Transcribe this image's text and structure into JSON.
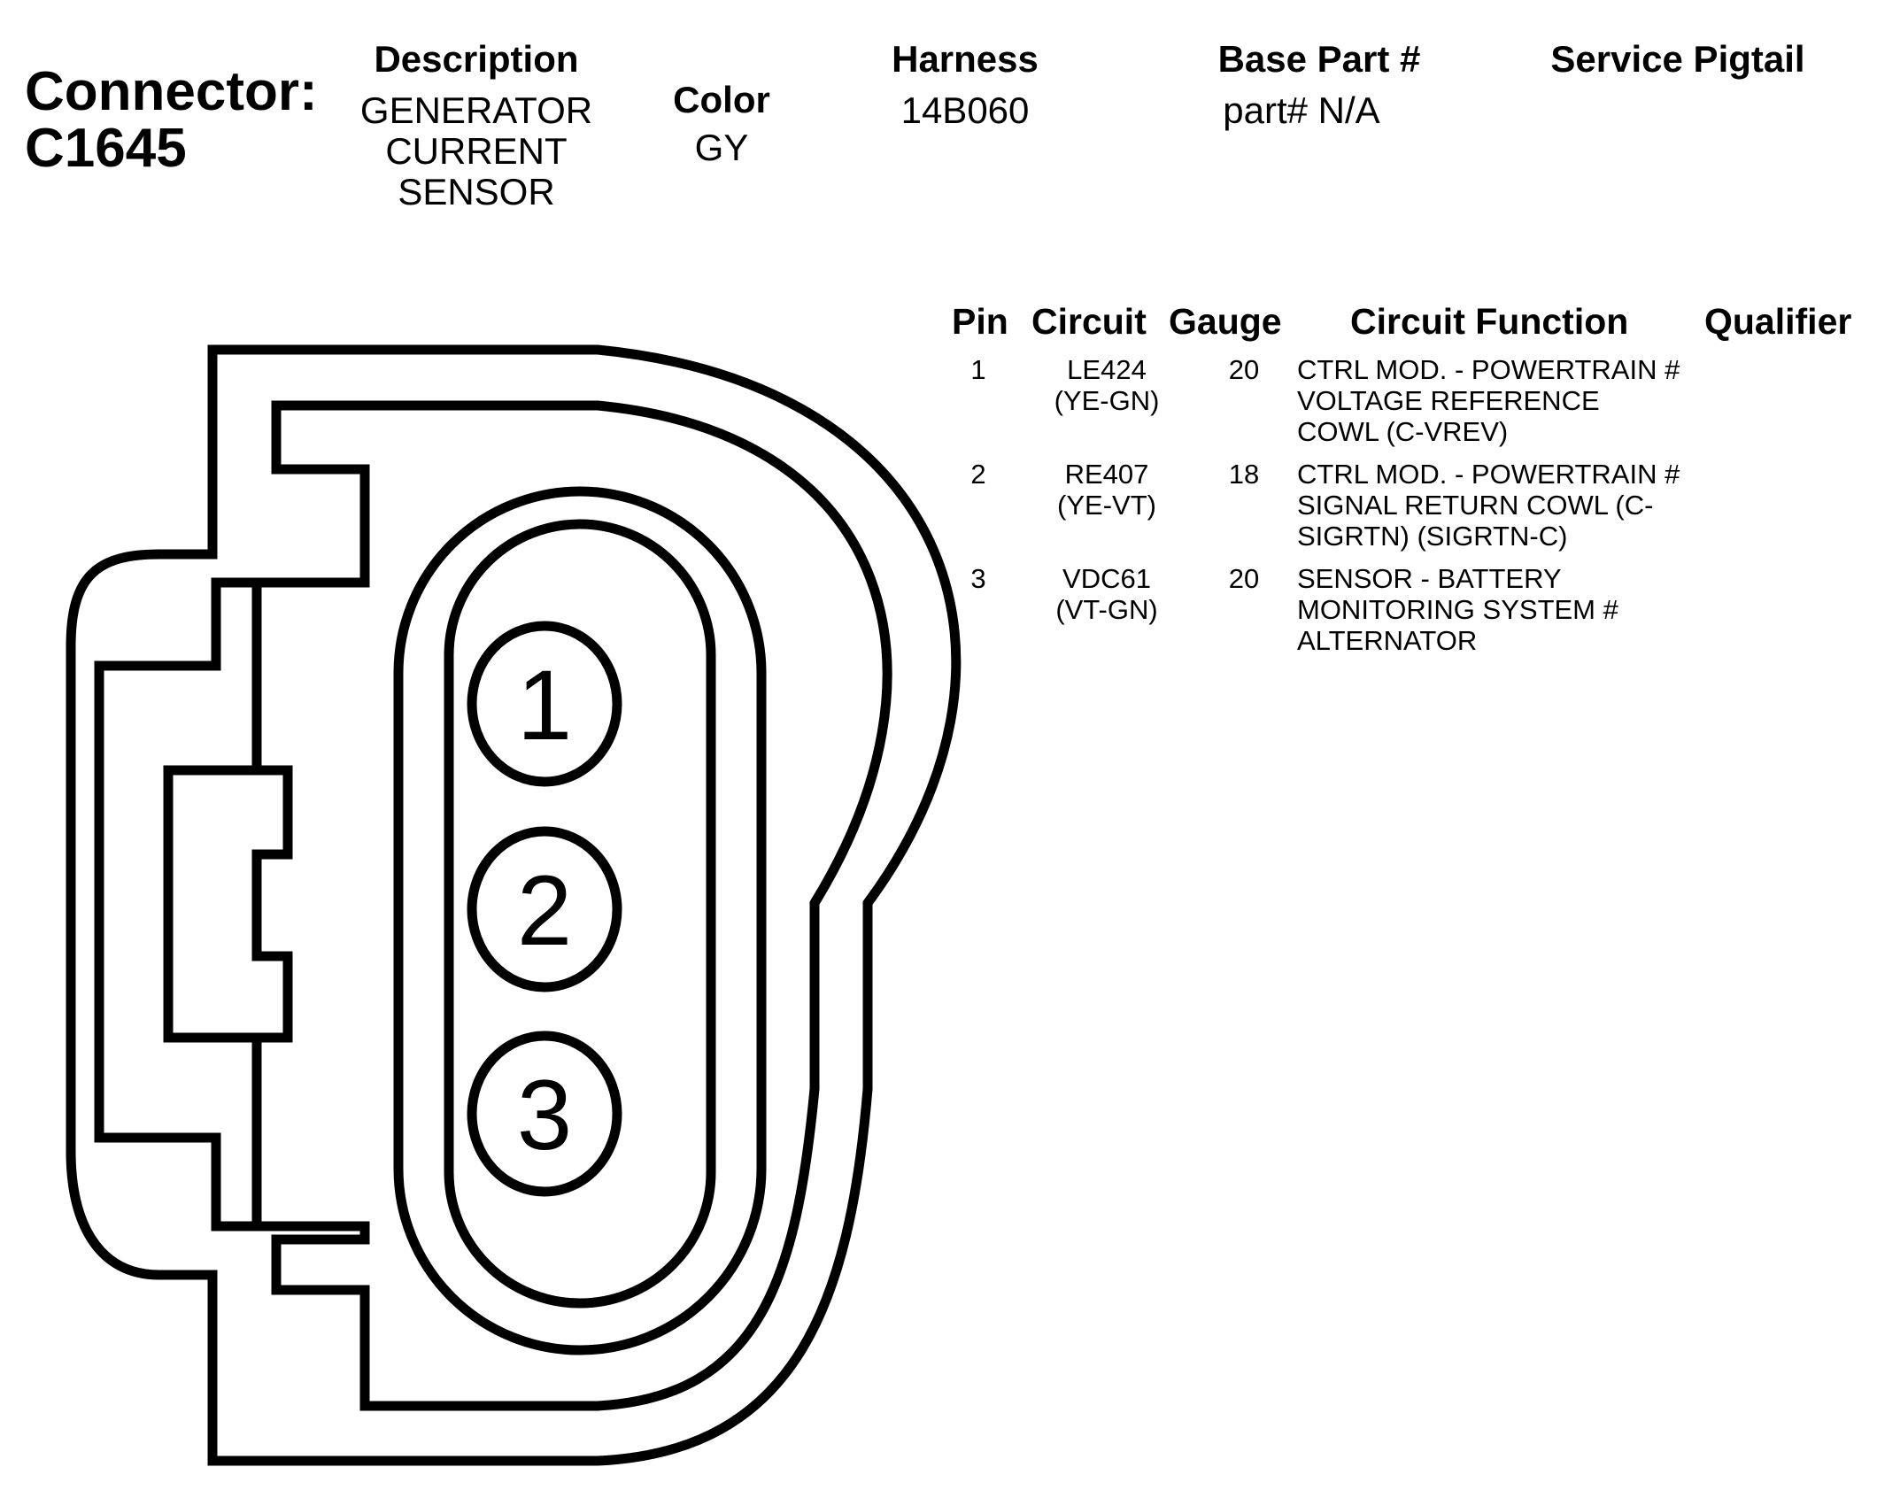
{
  "connector": {
    "label": "Connector:",
    "id": "C1645"
  },
  "description": {
    "label": "Description",
    "lines": [
      "GENERATOR",
      "CURRENT",
      "SENSOR"
    ]
  },
  "color": {
    "label": "Color",
    "value": "GY"
  },
  "harness": {
    "label": "Harness",
    "value": "14B060"
  },
  "base_part": {
    "label": "Base Part #",
    "value": "part# N/A"
  },
  "service_pigtail": {
    "label": "Service Pigtail",
    "value": ""
  },
  "table": {
    "headers": {
      "pin": "Pin",
      "circuit": "Circuit",
      "gauge": "Gauge",
      "function": "Circuit Function",
      "qualifier": "Qualifier"
    },
    "rows": [
      {
        "pin": "1",
        "circuit": "LE424",
        "wire_color": "(YE-GN)",
        "gauge": "20",
        "function_lines": [
          "CTRL MOD. - POWERTRAIN #",
          "VOLTAGE REFERENCE",
          "COWL (C-VREV)"
        ],
        "qualifier": ""
      },
      {
        "pin": "2",
        "circuit": "RE407",
        "wire_color": "(YE-VT)",
        "gauge": "18",
        "function_lines": [
          "CTRL MOD. - POWERTRAIN #",
          "SIGNAL RETURN COWL (C-",
          "SIGRTN) (SIGRTN-C)"
        ],
        "qualifier": ""
      },
      {
        "pin": "3",
        "circuit": "VDC61",
        "wire_color": "(VT-GN)",
        "gauge": "20",
        "function_lines": [
          "SENSOR - BATTERY",
          "MONITORING SYSTEM #",
          "ALTERNATOR"
        ],
        "qualifier": ""
      }
    ]
  },
  "diagram": {
    "pin_labels": [
      "1",
      "2",
      "3"
    ],
    "stroke_color": "#000000"
  }
}
